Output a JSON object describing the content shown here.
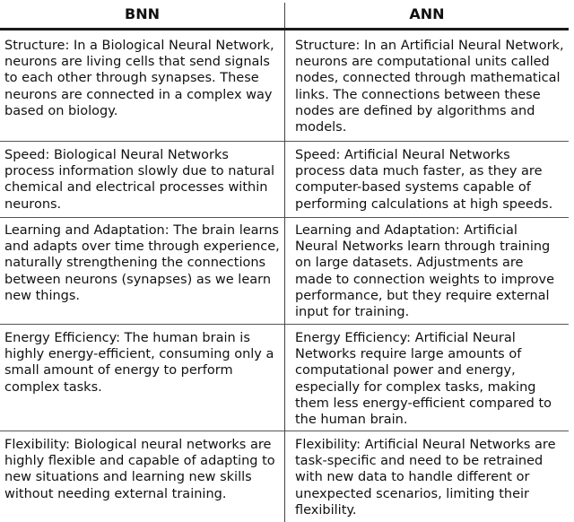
{
  "table": {
    "headers": [
      "BNN",
      "ANN"
    ],
    "rows": [
      {
        "bnn": "Structure: In a Biological Neural Network, neurons are living cells that send signals to each other through synapses. These neurons are connected in a complex way based on biology.",
        "ann": "Structure: In an Artificial Neural Network, neurons are computational units called nodes, connected through mathematical links. The connections between these nodes are defined by algorithms and models."
      },
      {
        "bnn": "Speed: Biological Neural Networks process information slowly due to natural chemical and electrical processes within neurons.",
        "ann": "Speed: Artificial Neural Networks process data much faster, as they are computer-based systems capable of performing calculations at high speeds."
      },
      {
        "bnn": "Learning and Adaptation: The brain learns and adapts over time through experience, naturally strengthening the connections between neurons (synapses) as we learn new things.",
        "ann": "Learning and Adaptation: Artificial Neural Networks learn through training on large datasets. Adjustments are made to connection weights to improve performance, but they require external input for training."
      },
      {
        "bnn": "Energy Efficiency: The human brain is highly energy-efficient, consuming only a small amount of energy to perform complex tasks.",
        "ann": "Energy Efficiency: Artificial Neural Networks require large amounts of computational power and energy, especially for complex tasks, making them less energy-efficient compared to the human brain."
      },
      {
        "bnn": "Flexibility: Biological neural networks are highly flexible and capable of adapting to new situations and learning new skills without needing external training.",
        "ann": "Flexibility: Artificial Neural Networks are task-specific and need to be retrained with new data to handle different or unexpected scenarios, limiting their flexibility."
      }
    ]
  }
}
